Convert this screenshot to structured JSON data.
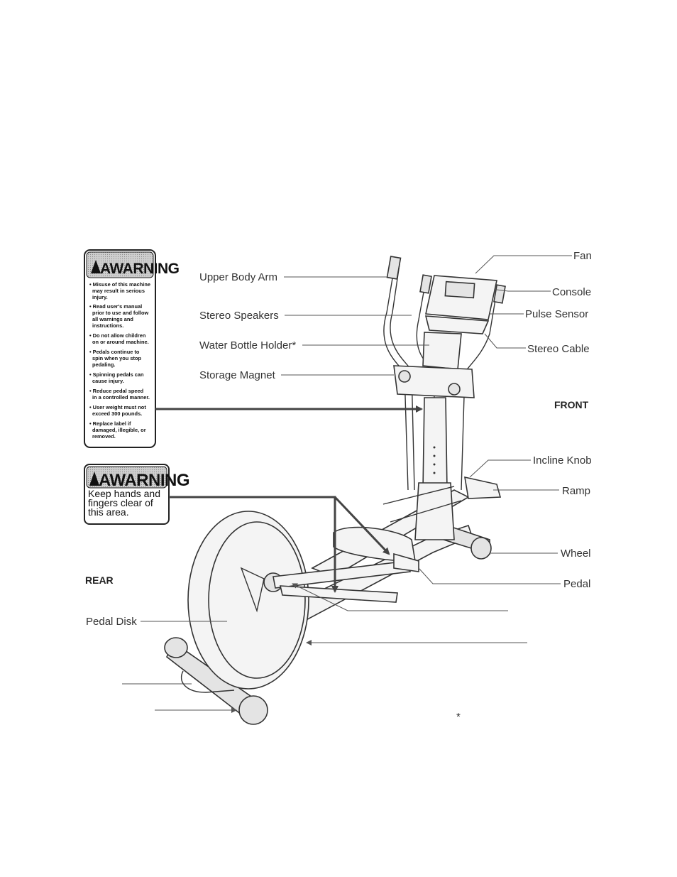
{
  "labels": {
    "fan": "Fan",
    "upper_body_arm": "Upper Body Arm",
    "console": "Console",
    "stereo_speakers": "Stereo Speakers",
    "pulse_sensor": "Pulse Sensor",
    "water_bottle_holder": "Water Bottle Holder*",
    "stereo_cable": "Stereo Cable",
    "storage_magnet": "Storage Magnet",
    "front": "FRONT",
    "incline_knob": "Incline Knob",
    "ramp": "Ramp",
    "wheel": "Wheel",
    "rear": "REAR",
    "pedal": "Pedal",
    "pedal_disk": "Pedal Disk",
    "footnote_marker": "*"
  },
  "warning_large": {
    "title": "AWARNING",
    "lines": [
      "• Misuse of this machine",
      "may result in serious",
      "injury.",
      "• Read user's manual",
      "prior to use and follow",
      "all warnings and",
      "instructions.",
      "• Do not allow children",
      "on or around machine.",
      "• Pedals continue to",
      "spin when you stop",
      "pedaling.",
      "• Spinning pedals can",
      "cause injury.",
      "• Reduce pedal speed",
      "in a controlled manner.",
      "• User weight must not",
      "exceed 300 pounds.",
      "• Replace label if",
      "damaged, illegible, or",
      "removed."
    ]
  },
  "warning_small": {
    "title": "AWARNING",
    "lines": [
      "Keep hands and",
      "fingers clear of",
      "this area."
    ]
  }
}
